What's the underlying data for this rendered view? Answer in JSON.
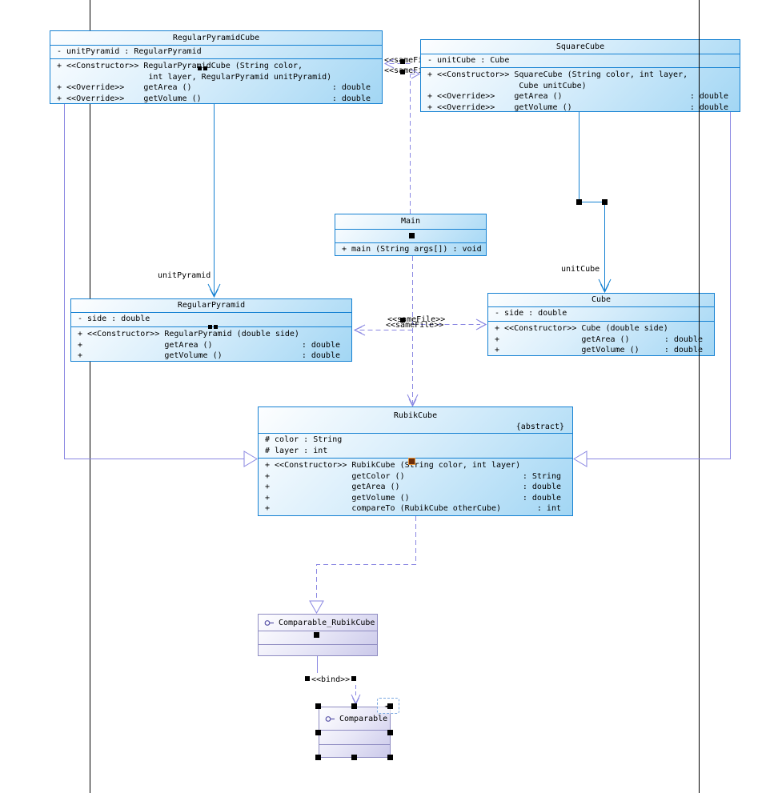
{
  "diagram_type": "uml-class-diagram",
  "colors": {
    "class_border": "#1581d2",
    "class_fill_top": "#fdfeff",
    "class_fill_bottom": "#a2d6f4",
    "interface_border": "#8f8cc2",
    "interface_fill_bottom": "#cbc9ea",
    "association": "#1581d2",
    "generalization": "#8a87e2",
    "dependency": "#8a87e2",
    "page_line": "#000000",
    "handle": "#000000"
  },
  "classes": {
    "rpc": {
      "title": "RegularPyramidCube",
      "attributes": [
        "- unitPyramid : RegularPyramid"
      ],
      "methods": [
        {
          "l": "+ <<Constructor>> RegularPyramidCube (String color,",
          "r": ""
        },
        {
          "l": "                   int layer, RegularPyramid unitPyramid)",
          "r": ""
        },
        {
          "l": "+ <<Override>>    getArea ()",
          "r": ": double"
        },
        {
          "l": "+ <<Override>>    getVolume ()",
          "r": ": double"
        }
      ]
    },
    "sqc": {
      "title": "SquareCube",
      "attributes": [
        "- unitCube : Cube"
      ],
      "methods": [
        {
          "l": "+ <<Constructor>> SquareCube (String color, int layer,",
          "r": ""
        },
        {
          "l": "                   Cube unitCube)",
          "r": ""
        },
        {
          "l": "+ <<Override>>    getArea ()",
          "r": ": double"
        },
        {
          "l": "+ <<Override>>    getVolume ()",
          "r": ": double"
        }
      ]
    },
    "main": {
      "title": "Main",
      "methods": [
        {
          "l": "+ main (String args[]) : void",
          "r": ""
        }
      ]
    },
    "rp": {
      "title": "RegularPyramid",
      "attributes": [
        "- side : double"
      ],
      "methods": [
        {
          "l": "+ <<Constructor>> RegularPyramid (double side)",
          "r": ""
        },
        {
          "l": "+                 getArea ()",
          "r": ": double"
        },
        {
          "l": "+                 getVolume ()",
          "r": ": double"
        }
      ]
    },
    "cube": {
      "title": "Cube",
      "attributes": [
        "- side : double"
      ],
      "methods": [
        {
          "l": "+ <<Constructor>> Cube (double side)",
          "r": ""
        },
        {
          "l": "+                 getArea ()",
          "r": ": double"
        },
        {
          "l": "+                 getVolume ()",
          "r": ": double"
        }
      ]
    },
    "rubik": {
      "title": "RubikCube",
      "tag": "{abstract}",
      "attributes": [
        "# color : String",
        "# layer : int"
      ],
      "methods": [
        {
          "l": "+ <<Constructor>> RubikCube (String color, int layer)",
          "r": ""
        },
        {
          "l": "+                 getColor ()",
          "r": ": String"
        },
        {
          "l": "+                 getArea ()",
          "r": ": double"
        },
        {
          "l": "+                 getVolume ()",
          "r": ": double"
        },
        {
          "l": "+                 compareTo (RubikCube otherCube)",
          "r": ": int"
        }
      ]
    },
    "comp_rc": {
      "title": "Comparable_RubikCube"
    },
    "comp": {
      "title": "Comparable"
    }
  },
  "labels": {
    "unit_pyramid": "unitPyramid",
    "unit_cube": "unitCube",
    "same_file": "<<sameFile>>",
    "bind": "<<bind>>",
    "template_icon": "◄►"
  }
}
